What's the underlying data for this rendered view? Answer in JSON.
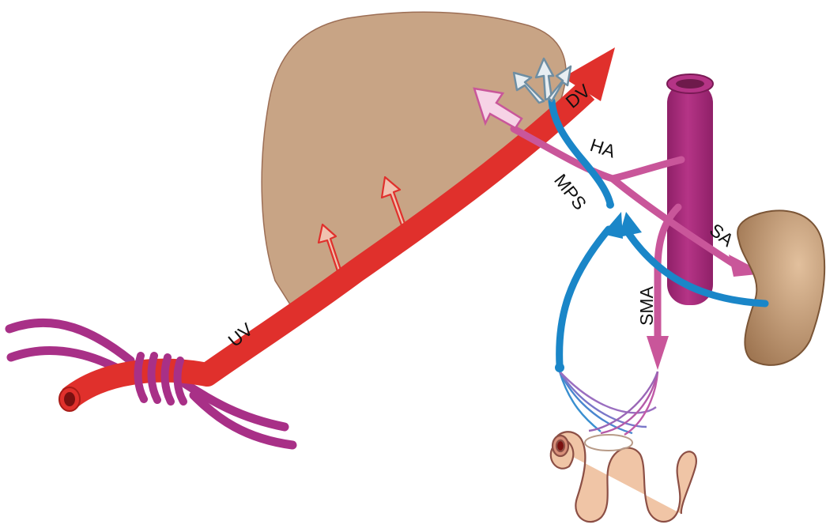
{
  "labels": {
    "uv": "UV",
    "dv": "DV",
    "ha": "HA",
    "mps": "MPS",
    "sa": "SA",
    "sma": "SMA"
  },
  "colors": {
    "umbilical_vein": "#e0302c",
    "portal_blue": "#1a86c8",
    "arterial_pink": "#c9569a",
    "aorta_purple": "#b0307f",
    "umbilical_arteries": "#a83087",
    "liver": "#c8a485",
    "spleen": "#c49a74",
    "intestine": "#f0c5a6"
  }
}
